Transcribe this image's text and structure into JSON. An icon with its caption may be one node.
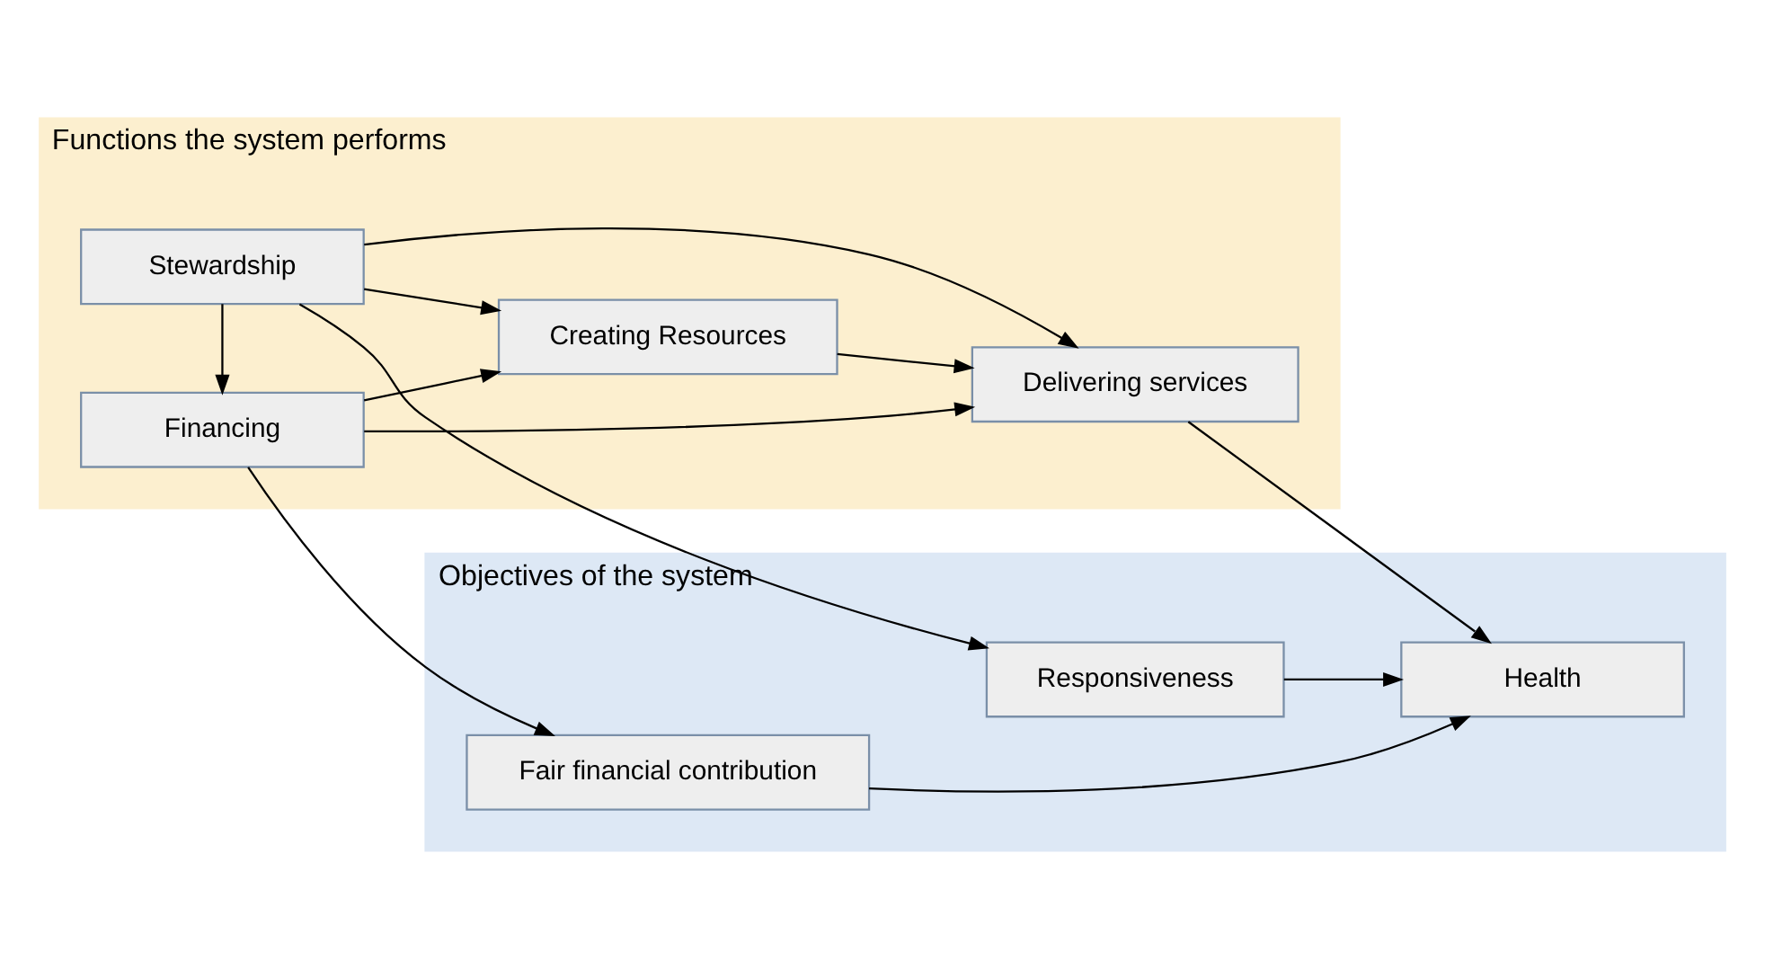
{
  "diagram": {
    "nodes": [
      {
        "text": [
          "Functions the system performs"
        ]
      },
      {
        "text": [
          "Stewardship"
        ],
        "in": 0
      },
      {
        "text": [
          "Creating Resources"
        ],
        "in": 0
      },
      {
        "text": [
          "Delivering services"
        ],
        "in": 0
      },
      {
        "text": [
          "Financing"
        ],
        "in": 0
      },
      {
        "text": [
          "Objectives of the system"
        ]
      },
      {
        "text": [
          "Responsiveness"
        ],
        "in": 5
      },
      {
        "text": [
          "Health"
        ],
        "in": 5
      },
      {
        "text": [
          "Fair financial contribution"
        ],
        "in": 5
      }
    ],
    "edges": [
      {
        "from": 1,
        "to": 6,
        "arrow": "to"
      },
      {
        "from": 1,
        "to": 2,
        "arrow": "to"
      },
      {
        "from": 1,
        "to": 3,
        "arrow": "to"
      },
      {
        "from": 1,
        "to": 4,
        "arrow": "to"
      },
      {
        "from": 2,
        "to": 3,
        "arrow": "to"
      },
      {
        "from": 3,
        "to": 7,
        "arrow": "to"
      },
      {
        "from": 4,
        "to": 2,
        "arrow": "to"
      },
      {
        "from": 4,
        "to": 3,
        "arrow": "to"
      },
      {
        "from": 4,
        "to": 8,
        "arrow": "to"
      },
      {
        "from": 6,
        "to": 7,
        "arrow": "to"
      },
      {
        "from": 8,
        "to": 7,
        "arrow": "to"
      }
    ]
  }
}
